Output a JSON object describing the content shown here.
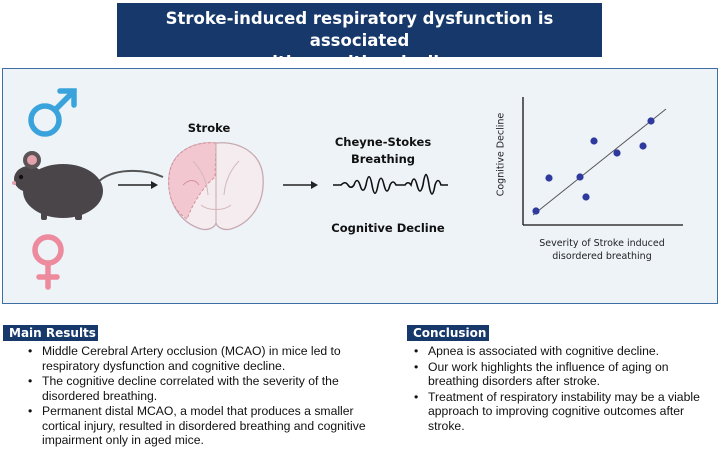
{
  "title": {
    "line1": "Stroke-induced respiratory dysfunction is associated",
    "line2": "with cognitive decline"
  },
  "diagram": {
    "icons": [
      "male-symbol-icon",
      "female-symbol-icon",
      "mouse-icon",
      "brain-section-icon",
      "waveform-icon",
      "scatter-plot-icon"
    ],
    "colors": {
      "male": "#3aa3dc",
      "female": "#ee8a9e",
      "accent": "#17386b",
      "point": "#2f3a9e",
      "panel_bg": "#eef3f8"
    },
    "stroke_label": "Stroke",
    "breathing_label_line1": "Cheyne-Stokes",
    "breathing_label_line2": "Breathing",
    "cognitive_label": "Cognitive Decline",
    "plot": {
      "ylabel": "Cognitive Decline",
      "xlabel_line1": "Severity of Stroke induced",
      "xlabel_line2": "disordered breathing",
      "trend": "positive-linear"
    }
  },
  "main_results": {
    "heading": "Main Results",
    "items": [
      "Middle Cerebral Artery occlusion (MCAO) in mice led to respiratory dysfunction and cognitive decline.",
      "The cognitive decline correlated with the severity of the disordered breathing.",
      "Permanent distal MCAO, a model that produces a smaller cortical injury, resulted in disordered breathing and cognitive impairment only in aged mice."
    ]
  },
  "conclusion": {
    "heading": "Conclusion",
    "items": [
      "Apnea is associated with cognitive decline.",
      "Our work highlights the influence of aging on breathing disorders after stroke.",
      "Treatment of respiratory instability may be a viable approach to improving cognitive outcomes after stroke."
    ]
  }
}
